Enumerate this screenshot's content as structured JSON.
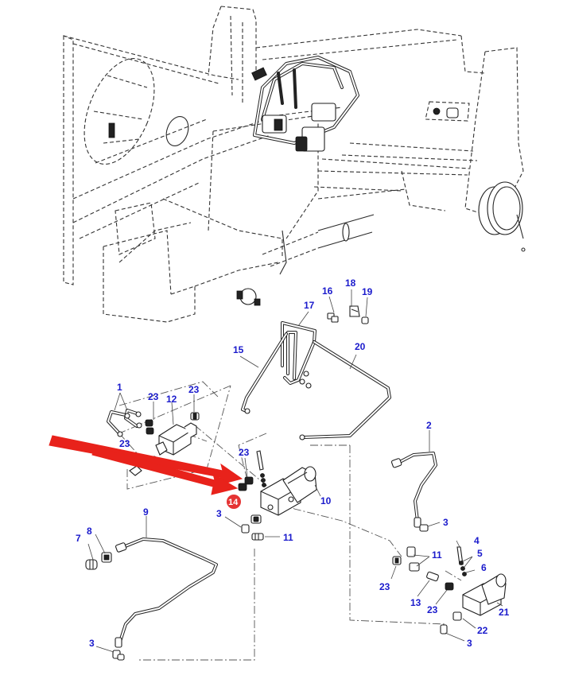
{
  "diagram": {
    "type": "exploded-parts-diagram",
    "subject": "hydraulic valve and hose assembly on machine frame",
    "colors": {
      "callout_text": "#1a1acc",
      "highlight_arrow": "#e8221b",
      "highlight_badge": "#e53333",
      "line_art": "#222222",
      "background": "#ffffff"
    },
    "highlighted_part": "14",
    "callouts": [
      {
        "id": "c16",
        "label": "16"
      },
      {
        "id": "c18",
        "label": "18"
      },
      {
        "id": "c19",
        "label": "19"
      },
      {
        "id": "c17",
        "label": "17"
      },
      {
        "id": "c15",
        "label": "15"
      },
      {
        "id": "c20",
        "label": "20"
      },
      {
        "id": "c1",
        "label": "1"
      },
      {
        "id": "c23a",
        "label": "23"
      },
      {
        "id": "c12",
        "label": "12"
      },
      {
        "id": "c23b",
        "label": "23"
      },
      {
        "id": "c2",
        "label": "2"
      },
      {
        "id": "c23c",
        "label": "23"
      },
      {
        "id": "c23d",
        "label": "23"
      },
      {
        "id": "c10",
        "label": "10"
      },
      {
        "id": "c14",
        "label": "14"
      },
      {
        "id": "c3a",
        "label": "3"
      },
      {
        "id": "c11a",
        "label": "11"
      },
      {
        "id": "c9",
        "label": "9"
      },
      {
        "id": "c7",
        "label": "7"
      },
      {
        "id": "c8",
        "label": "8"
      },
      {
        "id": "c3b",
        "label": "3"
      },
      {
        "id": "c4",
        "label": "4"
      },
      {
        "id": "c11b",
        "label": "11"
      },
      {
        "id": "c5",
        "label": "5"
      },
      {
        "id": "c6",
        "label": "6"
      },
      {
        "id": "c23e",
        "label": "23"
      },
      {
        "id": "c13",
        "label": "13"
      },
      {
        "id": "c23f",
        "label": "23"
      },
      {
        "id": "c21",
        "label": "21"
      },
      {
        "id": "c22",
        "label": "22"
      },
      {
        "id": "c3c",
        "label": "3"
      },
      {
        "id": "c3d",
        "label": "3"
      }
    ]
  }
}
